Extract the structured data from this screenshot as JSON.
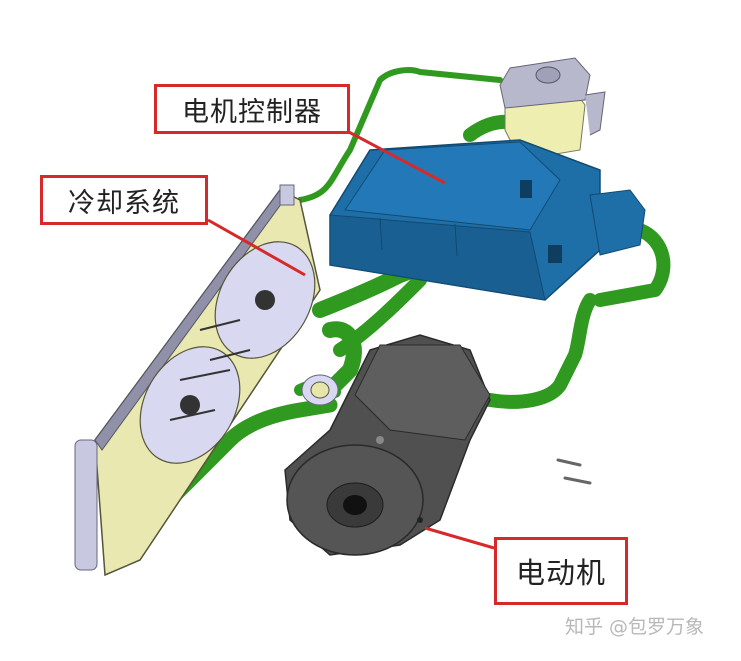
{
  "diagram": {
    "title": "",
    "subject": "electric vehicle drive and thermal management assembly",
    "components": [
      {
        "id": "controller",
        "label": "电机控制器",
        "color": "#1e6fa8",
        "description": "motor controller (blue housing)"
      },
      {
        "id": "cooling",
        "label": "冷却系统",
        "color": "#e6e6a8",
        "description": "cooling system: radiator with fans"
      },
      {
        "id": "motor",
        "label": "电动机",
        "color": "#4a4a4a",
        "description": "electric motor (dark grey)"
      },
      {
        "id": "reservoir",
        "label": "",
        "color": "#eeeeb0",
        "description": "coolant expansion tank"
      },
      {
        "id": "hoses",
        "label": "",
        "color": "#2f9a1f",
        "description": "green coolant hoses"
      }
    ],
    "callout_color": "#d62a2a",
    "watermark": "知乎 @包罗万象"
  }
}
